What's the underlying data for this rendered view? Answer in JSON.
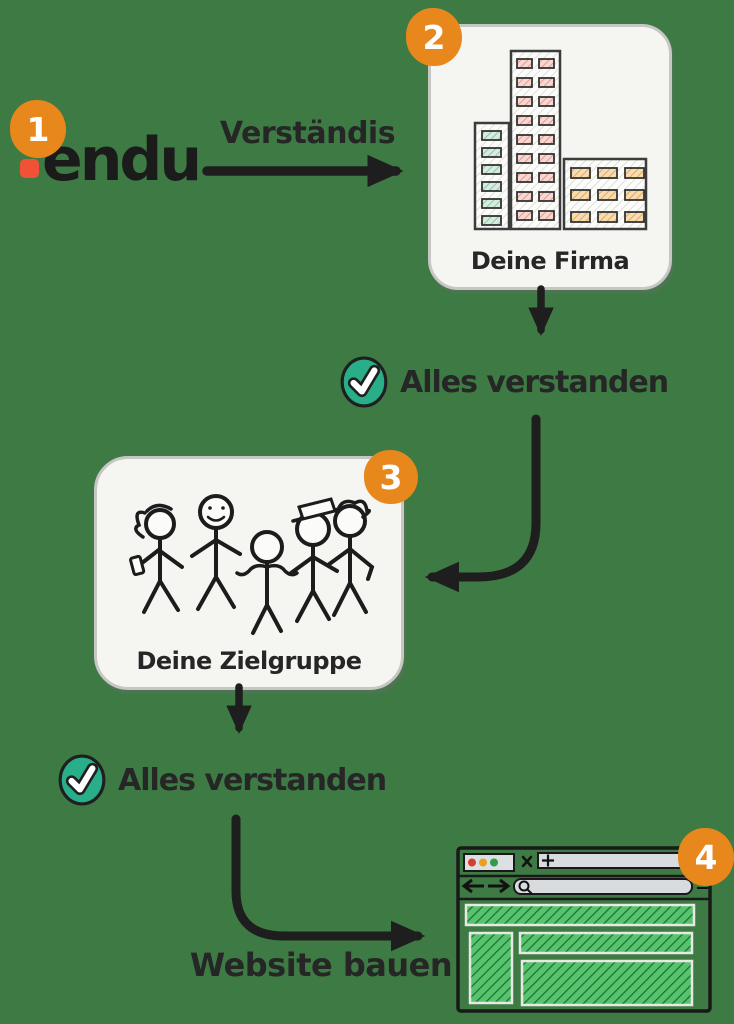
{
  "colors": {
    "background": "#3d7a44",
    "accent_orange": "#e8871c",
    "check_green": "#28ae88",
    "logo_dot_red": "#f15235",
    "ink": "#242424",
    "card_background": "#f5f5f2",
    "website_block_green": "#55c46c"
  },
  "logo": {
    "text": "endu"
  },
  "badges": {
    "step1": "1",
    "step2": "2",
    "step3": "3",
    "step4": "4"
  },
  "labels": {
    "understanding_arrow": "Verständis",
    "firma_card": "Deine Firma",
    "all_understood_1": "Alles verstanden",
    "zielgruppe_card": "Deine Zielgruppe",
    "all_understood_2": "Alles verstanden",
    "website_arrow": "Website bauen"
  }
}
